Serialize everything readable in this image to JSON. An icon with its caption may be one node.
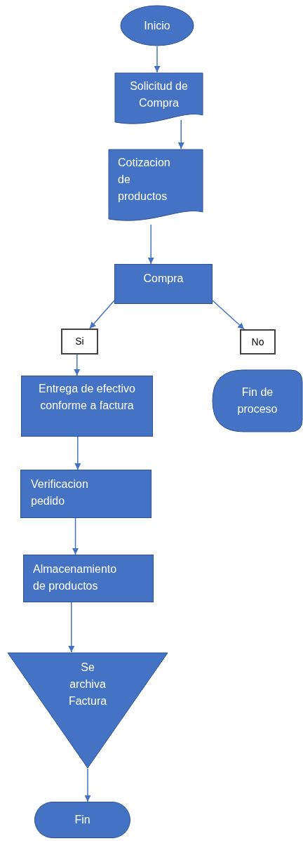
{
  "diagram": {
    "nodes": [
      {
        "text": [
          "Inicio"
        ]
      },
      {
        "text": [
          "Solicitud de Compra"
        ]
      },
      {
        "text": [
          "Cotizacion de productos"
        ]
      },
      {
        "text": [
          "Compra"
        ]
      },
      {
        "text": [
          "Si"
        ]
      },
      {
        "text": [
          "No"
        ]
      },
      {
        "text": [
          "Fin de proceso"
        ]
      },
      {
        "text": [
          "Entrega de efectivo conforme a factura"
        ]
      },
      {
        "text": [
          "Verificacion pedido"
        ]
      },
      {
        "text": [
          "Almacenamiento de productos"
        ]
      },
      {
        "text": [
          "Se archiva Factura"
        ]
      },
      {
        "text": [
          "Fin"
        ]
      }
    ],
    "edges": [
      {
        "from": 0,
        "to": 1,
        "arrow": "to"
      },
      {
        "from": 1,
        "to": 2,
        "arrow": "to"
      },
      {
        "from": 2,
        "to": 3,
        "arrow": "to"
      },
      {
        "from": 3,
        "to": 4,
        "arrow": "to"
      },
      {
        "from": 3,
        "to": 5,
        "arrow": "to"
      },
      {
        "from": 4,
        "to": 7,
        "arrow": "to"
      },
      {
        "from": 7,
        "to": 8,
        "arrow": "to"
      },
      {
        "from": 8,
        "to": 9,
        "arrow": "to"
      },
      {
        "from": 9,
        "to": 10,
        "arrow": "to"
      },
      {
        "from": 10,
        "to": 11,
        "arrow": "to"
      }
    ]
  }
}
